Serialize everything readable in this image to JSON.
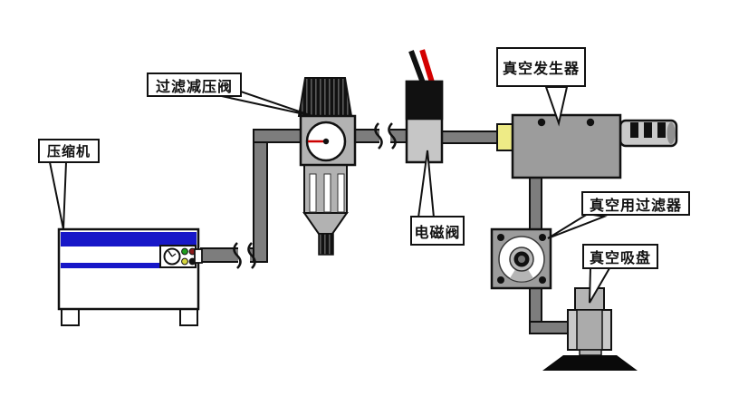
{
  "diagram": {
    "type": "pneumatic-vacuum-system-schematic",
    "labels": {
      "compressor": "压缩机",
      "filter_regulator": "过滤减压阀",
      "solenoid_valve": "电磁阀",
      "vacuum_generator": "真空发生器",
      "vacuum_filter": "真空用过滤器",
      "vacuum_suction_cup": "真空吸盘"
    },
    "colors": {
      "compressor_blue": "#1717c8",
      "pipe_gray": "#7d7d7d",
      "body_gray": "#9c9c9c",
      "panel_gray": "#b2b2b2",
      "valve_gray": "#c6c6c6",
      "fitting_yellow": "#eeeb86",
      "needle_red": "#cc0000",
      "wire_red": "#d40000",
      "wire_black": "#111111",
      "button_green": "#1f9e1f",
      "button_dark_red": "#8b1a1a",
      "button_yellow": "#d6d63e",
      "button_black": "#111111",
      "suction_pad_black": "#0a0a0a"
    }
  }
}
